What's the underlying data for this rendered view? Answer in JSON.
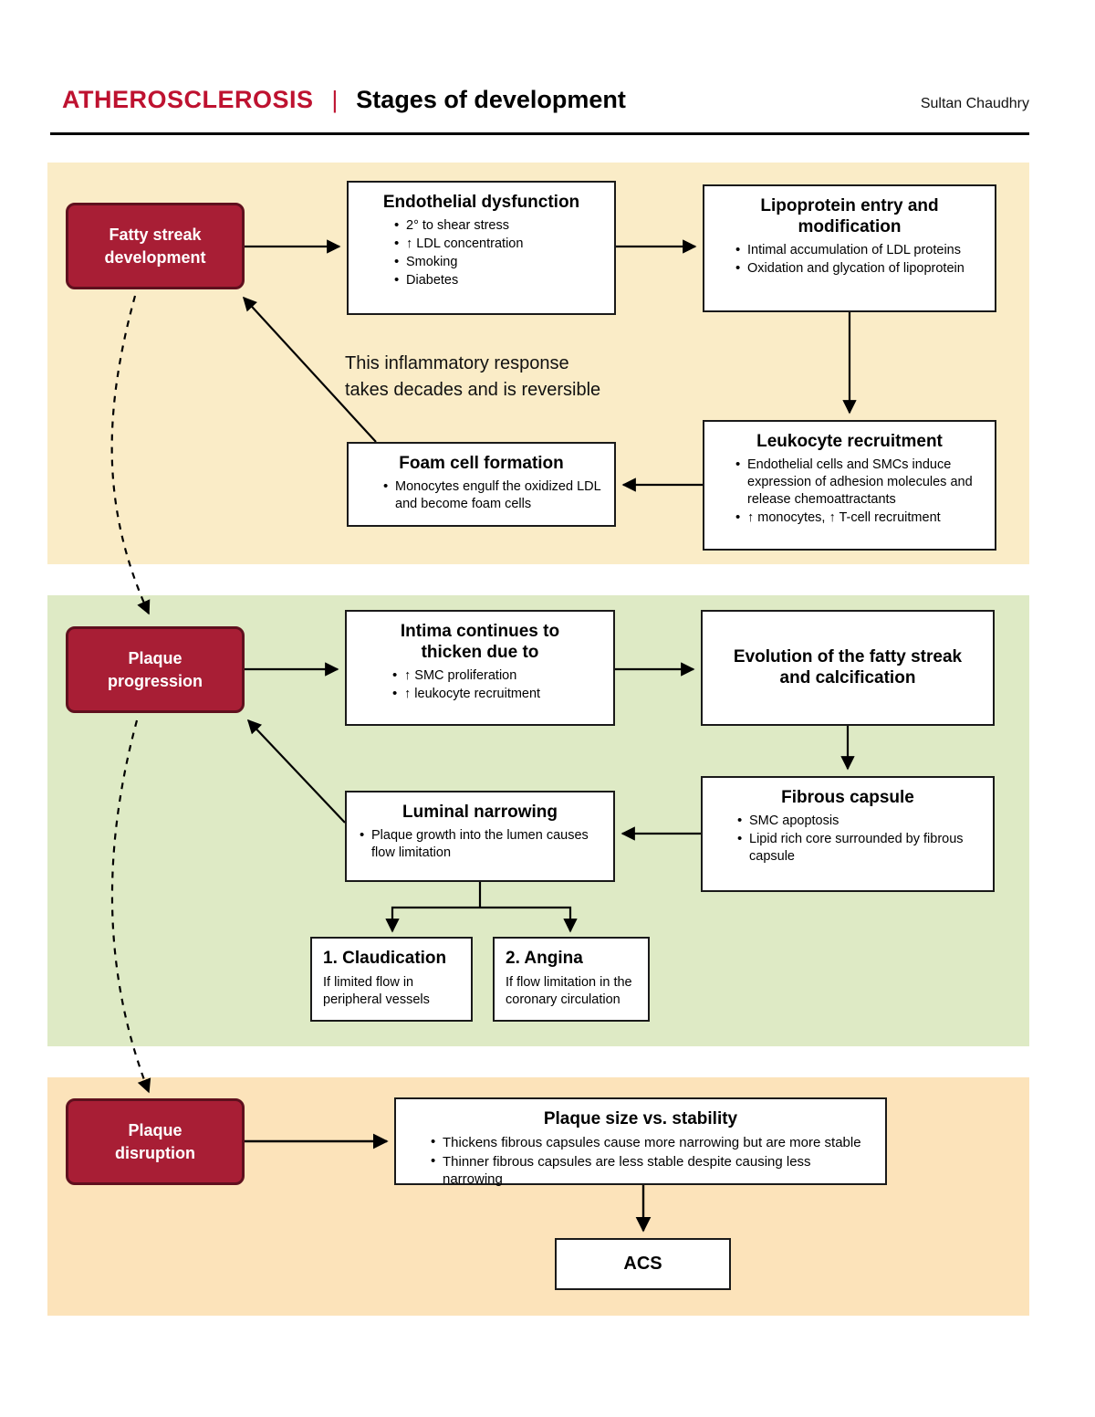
{
  "header": {
    "brand": "ATHEROSCLEROSIS",
    "separator": "|",
    "title": "Stages of development",
    "author": "Sultan Chaudhry"
  },
  "colors": {
    "brand_red": "#BE1230",
    "stage_fill": "#A81E35",
    "stage_border": "#5F101E",
    "panel1_bg": "#FAECC7",
    "panel2_bg": "#DEEAC5",
    "panel3_bg": "#FCE3BA",
    "card_border": "#1A1A1A",
    "arrow_color": "#000000"
  },
  "section1": {
    "stage": "Fatty streak\ndevelopment",
    "endothelial": {
      "title": "Endothelial dysfunction",
      "bullets": [
        "2° to shear stress",
        "↑ LDL concentration",
        "Smoking",
        "Diabetes"
      ]
    },
    "lipoprotein": {
      "title": "Lipoprotein entry and\nmodification",
      "bullets": [
        "Intimal accumulation of LDL proteins",
        "Oxidation and glycation of lipoprotein"
      ]
    },
    "note": "This inflammatory response\ntakes decades and is reversible",
    "foam_cell": {
      "title": "Foam cell formation",
      "bullets": [
        "Monocytes engulf the oxidized LDL and become foam cells"
      ]
    },
    "leukocyte": {
      "title": "Leukocyte recruitment",
      "bullets": [
        "Endothelial cells and SMCs induce expression of adhesion molecules and release chemoattractants",
        "↑ monocytes, ↑ T-cell recruitment"
      ]
    }
  },
  "section2": {
    "stage": "Plaque\nprogression",
    "intima": {
      "title": "Intima continues to\nthicken due to",
      "bullets": [
        "↑ SMC proliferation",
        "↑ leukocyte recruitment"
      ]
    },
    "evolution": {
      "title": "Evolution of the fatty streak\nand calcification"
    },
    "fibrous": {
      "title": "Fibrous capsule",
      "bullets": [
        "SMC apoptosis",
        "Lipid rich core surrounded by fibrous capsule"
      ]
    },
    "luminal": {
      "title": "Luminal narrowing",
      "bullets": [
        "Plaque growth into the lumen causes flow limitation"
      ]
    },
    "claudication": {
      "title": "1. Claudication",
      "body": "If limited flow in peripheral vessels"
    },
    "angina": {
      "title": "2. Angina",
      "body": "If flow limitation in the coronary circulation"
    }
  },
  "section3": {
    "stage": "Plaque\ndisruption",
    "plaque_size": {
      "title": "Plaque size vs. stability",
      "bullets": [
        "Thickens fibrous capsules cause more narrowing but are more stable",
        "Thinner fibrous capsules are less stable despite causing less narrowing"
      ]
    },
    "acs": {
      "title": "ACS"
    }
  }
}
